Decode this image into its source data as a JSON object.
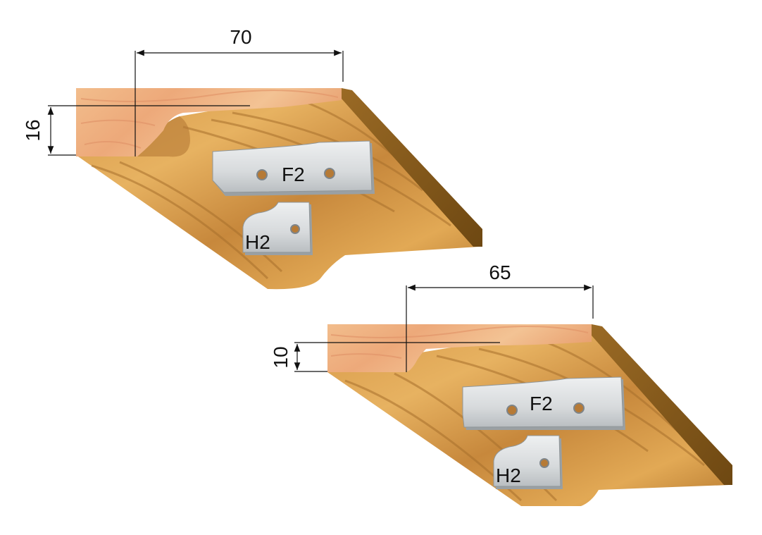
{
  "profiles": [
    {
      "width_label": "70",
      "depth_label": "16",
      "knife_top_label": "F2",
      "knife_bottom_label": "H2"
    },
    {
      "width_label": "65",
      "depth_label": "10",
      "knife_top_label": "F2",
      "knife_bottom_label": "H2"
    }
  ],
  "colors": {
    "wood_face": "#efb27f",
    "wood_grain": "#c98a3f",
    "wood_dark": "#8a5a1a",
    "knife": "#dcdfe0",
    "knife_shadow": "#9aa0a3",
    "line": "#111111"
  }
}
